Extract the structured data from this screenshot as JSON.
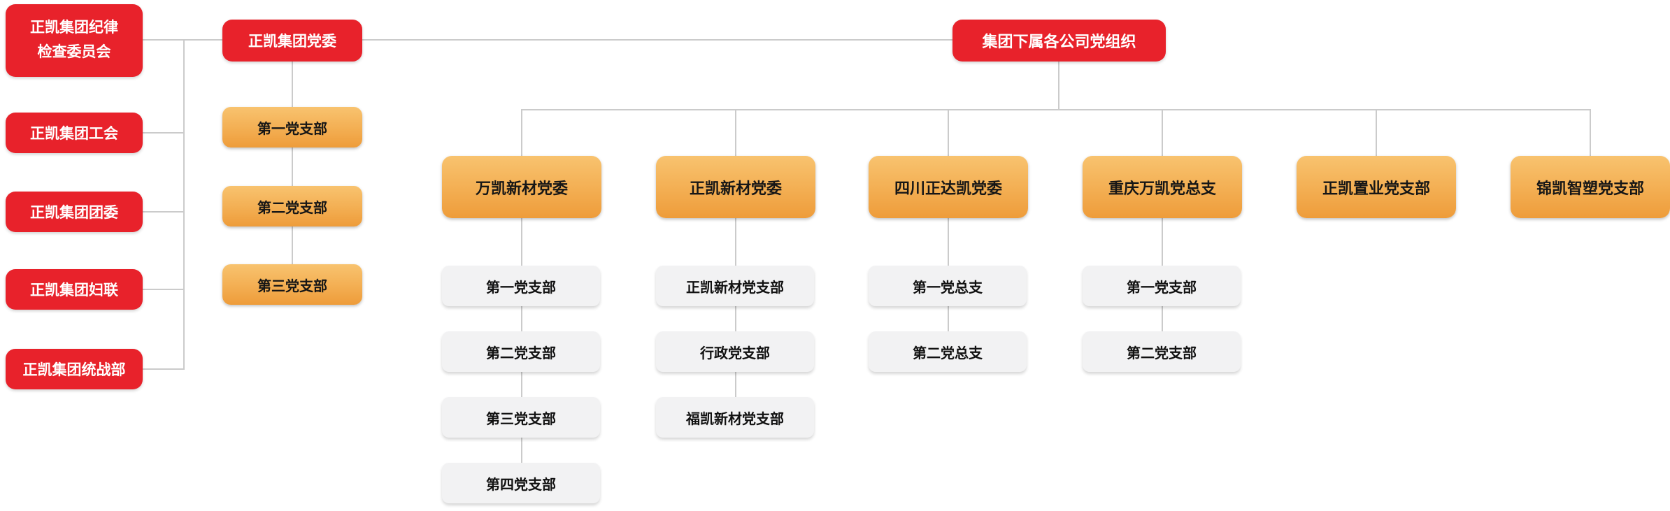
{
  "colors": {
    "red": "#e8222b",
    "orange_top": "#f8c36f",
    "orange_bottom": "#ee9c3a",
    "gray_box": "#f2f2f3",
    "connector_line": "#cbcbcb",
    "text_on_red": "#ffffff",
    "text_on_orange": "#161616"
  },
  "org_chart": {
    "left_column": {
      "discipline_committee": {
        "line1": "正凯集团纪律",
        "line2": "检查委员会"
      },
      "labor_union": "正凯集团工会",
      "youth_league": "正凯集团团委",
      "womens_federation": "正凯集团妇联",
      "united_front": "正凯集团统战部"
    },
    "headquarters": {
      "party_committee": "正凯集团党委",
      "branches": [
        "第一党支部",
        "第二党支部",
        "第三党支部"
      ]
    },
    "subsidiaries": {
      "root": "集团下属各公司党组织",
      "columns": [
        {
          "parent": "万凯新材党委",
          "children": [
            "第一党支部",
            "第二党支部",
            "第三党支部",
            "第四党支部"
          ]
        },
        {
          "parent": "正凯新材党委",
          "children": [
            "正凯新材党支部",
            "行政党支部",
            "福凯新材党支部"
          ]
        },
        {
          "parent": "四川正达凯党委",
          "children": [
            "第一党总支",
            "第二党总支"
          ]
        },
        {
          "parent": "重庆万凯党总支",
          "children": [
            "第一党支部",
            "第二党支部"
          ]
        },
        {
          "parent": "正凯置业党支部",
          "children": []
        },
        {
          "parent": "锦凯智塑党支部",
          "children": []
        }
      ]
    }
  }
}
